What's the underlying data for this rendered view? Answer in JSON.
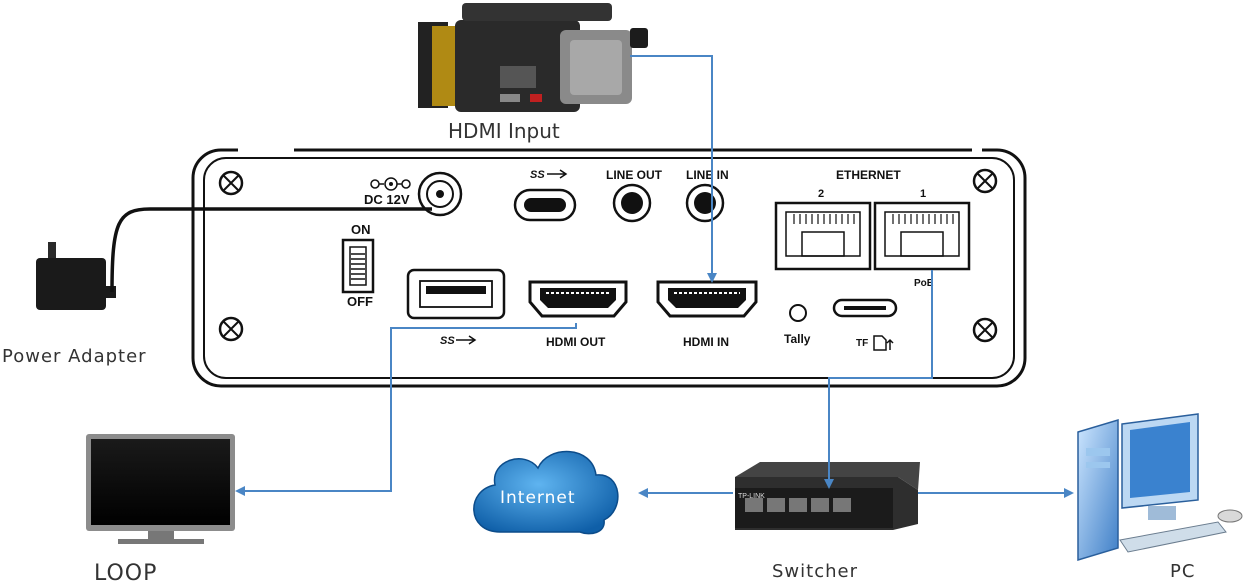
{
  "labels": {
    "hdmi_input": "HDMI Input",
    "power_adapter": "Power Adapter",
    "loop": "LOOP",
    "internet": "Internet",
    "switcher": "Switcher",
    "pc": "PC"
  },
  "panel": {
    "dc": "DC 12V",
    "on": "ON",
    "off": "OFF",
    "usb_top": "SS",
    "usb_bottom": "SS",
    "line_out": "LINE OUT",
    "line_in": "LINE IN",
    "ethernet": "ETHERNET",
    "eth_port_2": "2",
    "eth_port_1": "1",
    "poe": "PoE",
    "hdmi_out": "HDMI OUT",
    "hdmi_in": "HDMI IN",
    "tally": "Tally",
    "tf": "TF",
    "switch_brand": "TP-LINK"
  },
  "colors": {
    "connector": "#4a86c5",
    "cloud": "#1f78c8",
    "panel_stroke": "#111111"
  }
}
